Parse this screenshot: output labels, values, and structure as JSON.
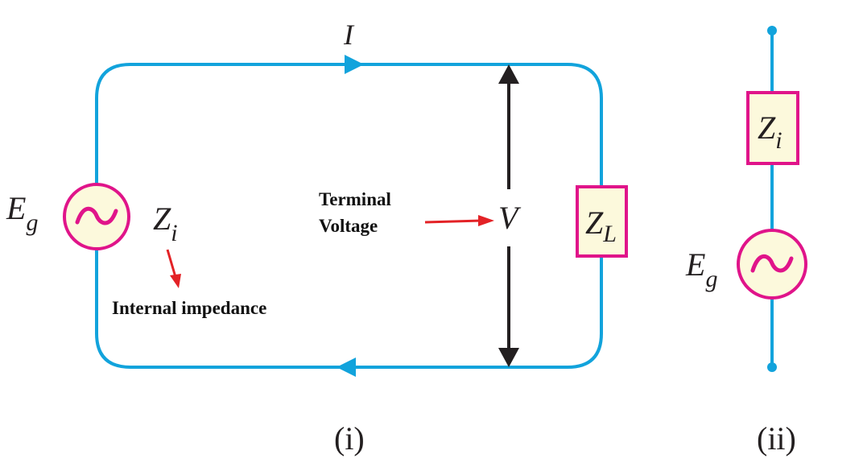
{
  "colors": {
    "wire": "#12a3dc",
    "component_stroke": "#e0148a",
    "component_fill": "#fcf9dc",
    "annotation_arrow": "#e32226",
    "voltage_arrow": "#231f20",
    "text": "#231f20"
  },
  "diagram_i": {
    "caption": "(i)",
    "current_label": "I",
    "source": {
      "label_main": "E",
      "label_sub": "g",
      "symbol": "~"
    },
    "internal_impedance": {
      "label_main": "Z",
      "label_sub": "i",
      "annotation": "Internal impedance"
    },
    "terminal_voltage": {
      "symbol": "V",
      "annotation_line1": "Terminal",
      "annotation_line2": "Voltage"
    },
    "load": {
      "label_main": "Z",
      "label_sub": "L"
    }
  },
  "diagram_ii": {
    "caption": "(ii)",
    "impedance": {
      "label_main": "Z",
      "label_sub": "i"
    },
    "source": {
      "label_main": "E",
      "label_sub": "g",
      "symbol": "~"
    }
  }
}
